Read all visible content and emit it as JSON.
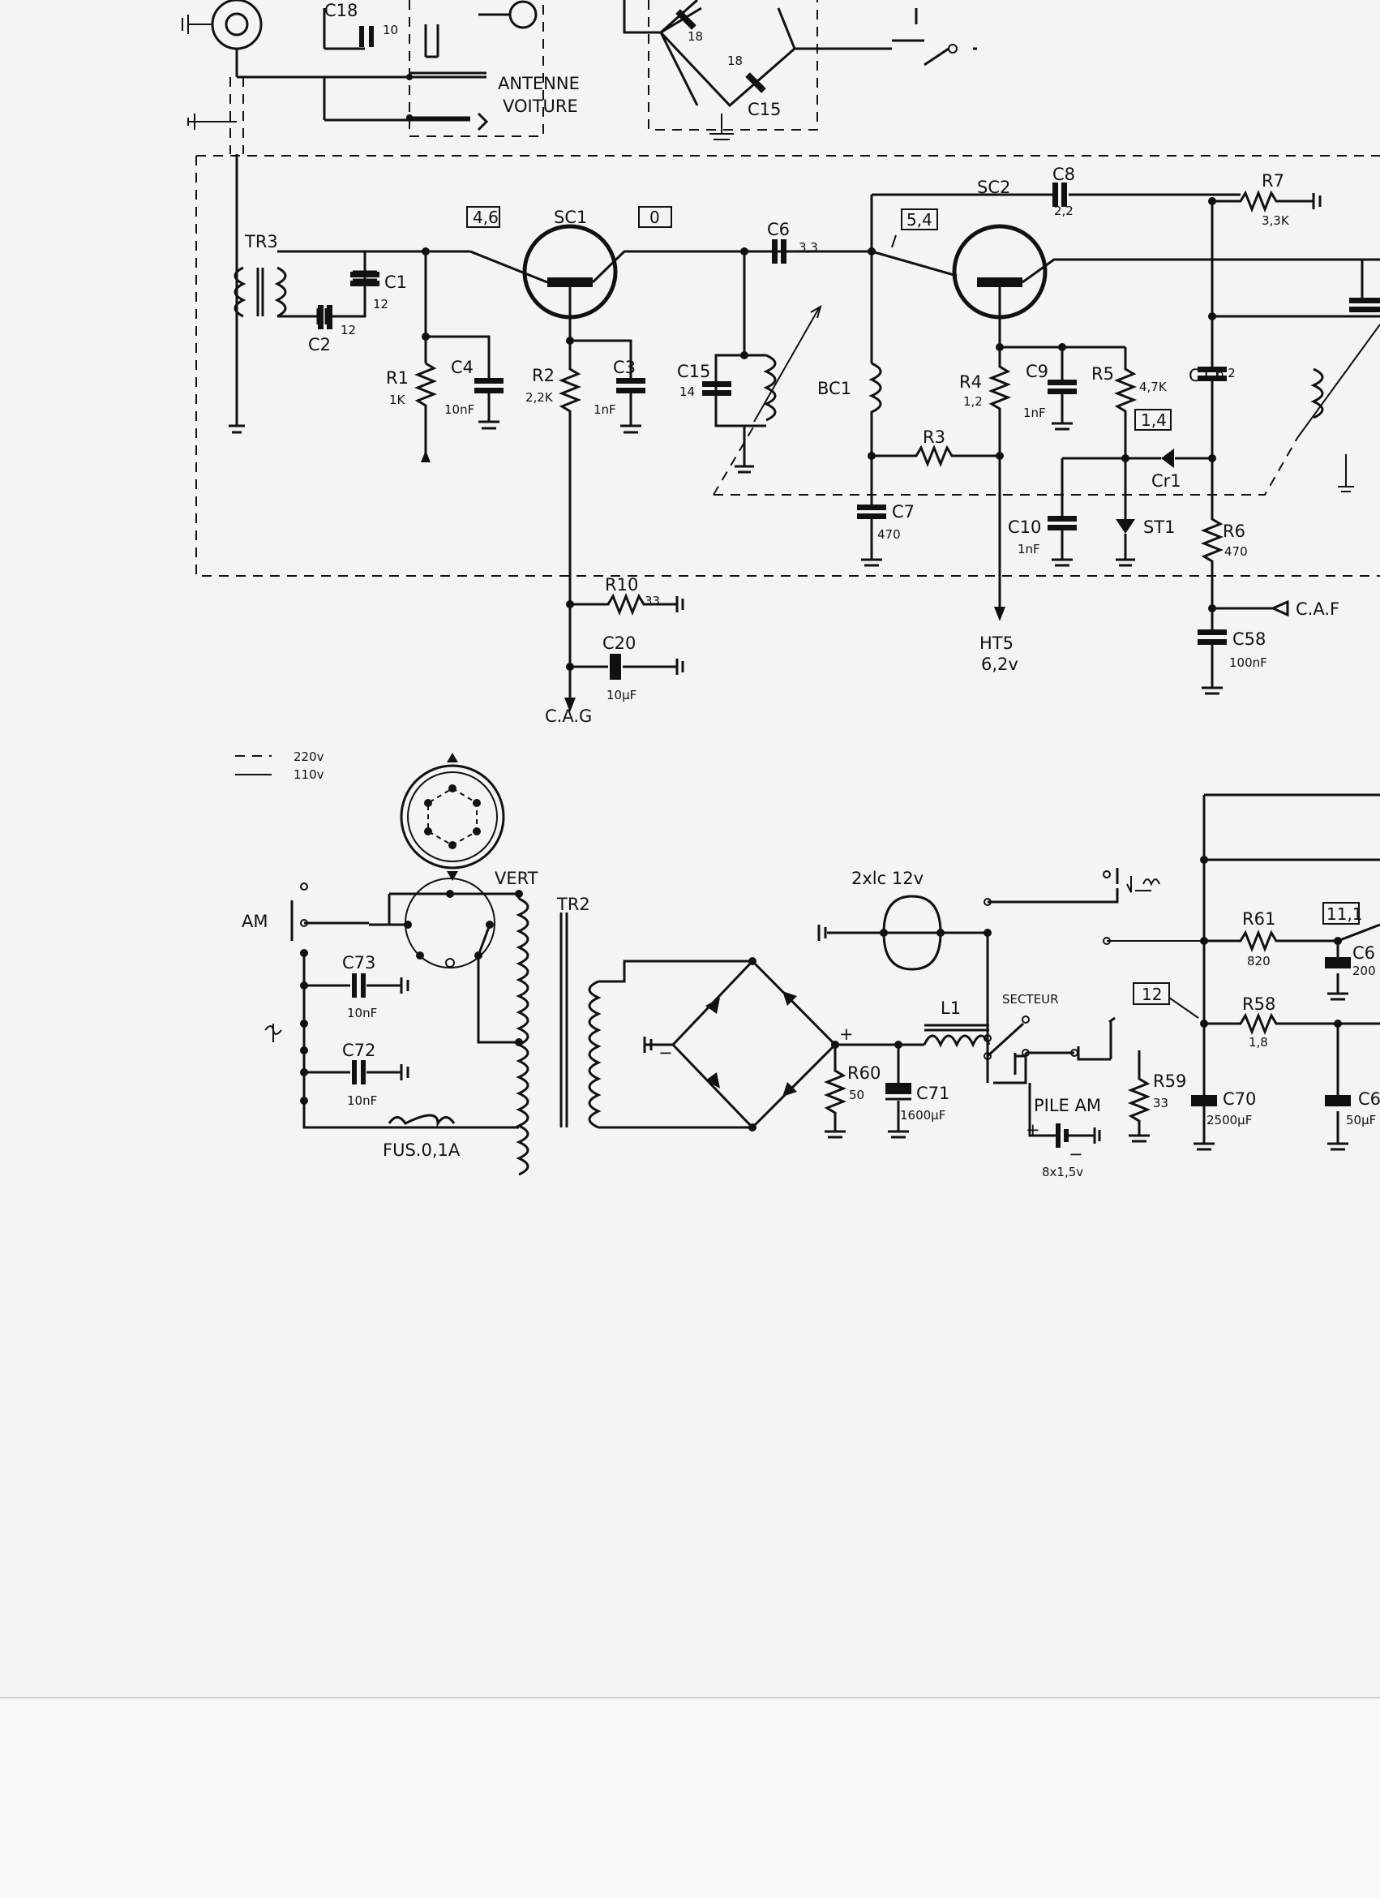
{
  "top": {
    "c18": "C18",
    "c18_val": "10",
    "antenne": "ANTENNE",
    "voiture": "VOITURE",
    "c_tank_a_val": "18",
    "c_tank_b_val": "18",
    "c15_top": "C15"
  },
  "rf": {
    "tr3": "TR3",
    "c1": "C1",
    "c1_val": "12",
    "c2": "C2",
    "c2_val": "12",
    "r1": "R1",
    "r1_val": "1K",
    "c4": "C4",
    "c4_val": "10nF",
    "sc1": "SC1",
    "sc1_v_base": "4,6",
    "sc1_v_coll": "0",
    "r2": "R2",
    "r2_val": "2,2K",
    "c3": "C3",
    "c3_val": "1nF",
    "c6": "C6",
    "c6_val": "3,3",
    "c15": "C15",
    "c15_val": "14",
    "bc1": "BC1",
    "sc2": "SC2",
    "sc2_v": "5,4",
    "c8": "C8",
    "c8_val": "2,2",
    "r7": "R7",
    "r7_val": "3,3K",
    "r4": "R4",
    "r4_val": "1,2",
    "c9": "C9",
    "c9_val": "1nF",
    "r5": "R5",
    "r5_val": "4,7K",
    "c11": "C11",
    "c11_val": "8,2",
    "v_cr1": "1,4",
    "cr1": "Cr1",
    "r3": "R3",
    "c7": "C7",
    "c7_val": "470",
    "c10": "C10",
    "c10_val": "1nF",
    "st1": "ST1",
    "r6": "R6",
    "r6_val": "470",
    "r10": "R10",
    "r10_val": "33",
    "c20": "C20",
    "c20_val": "10µF",
    "cag": "C.A.G",
    "ht5": "HT5",
    "ht5_val": "6,2v",
    "caf": "C.A.F",
    "c58": "C58",
    "c58_val": "100nF"
  },
  "psu": {
    "legend_220": "220v",
    "legend_110": "110v",
    "vert": "VERT",
    "am": "AM",
    "c73": "C73",
    "c73_val": "10nF",
    "c72": "C72",
    "c72_val": "10nF",
    "fuse": "FUS.0,1A",
    "tr2": "TR2",
    "lamps": "2xlc 12v",
    "l1": "L1",
    "plus": "+",
    "minus": "−",
    "r60": "R60",
    "r60_val": "50",
    "c71": "C71",
    "c71_val": "1600µF",
    "secteur": "SECTEUR",
    "pile": "PILE AM",
    "pile_val": "8x1,5v",
    "r59": "R59",
    "r59_val": "33",
    "v12": "12",
    "v111": "11,1",
    "r61": "R61",
    "r61_val": "820",
    "r58": "R58",
    "r58_val": "1,8",
    "c70": "C70",
    "c70_val": "2500µF",
    "c_edge_a": "C6",
    "c_edge_a_val": "200",
    "c_edge_b": "C6",
    "c_edge_b_val": "50µF"
  }
}
